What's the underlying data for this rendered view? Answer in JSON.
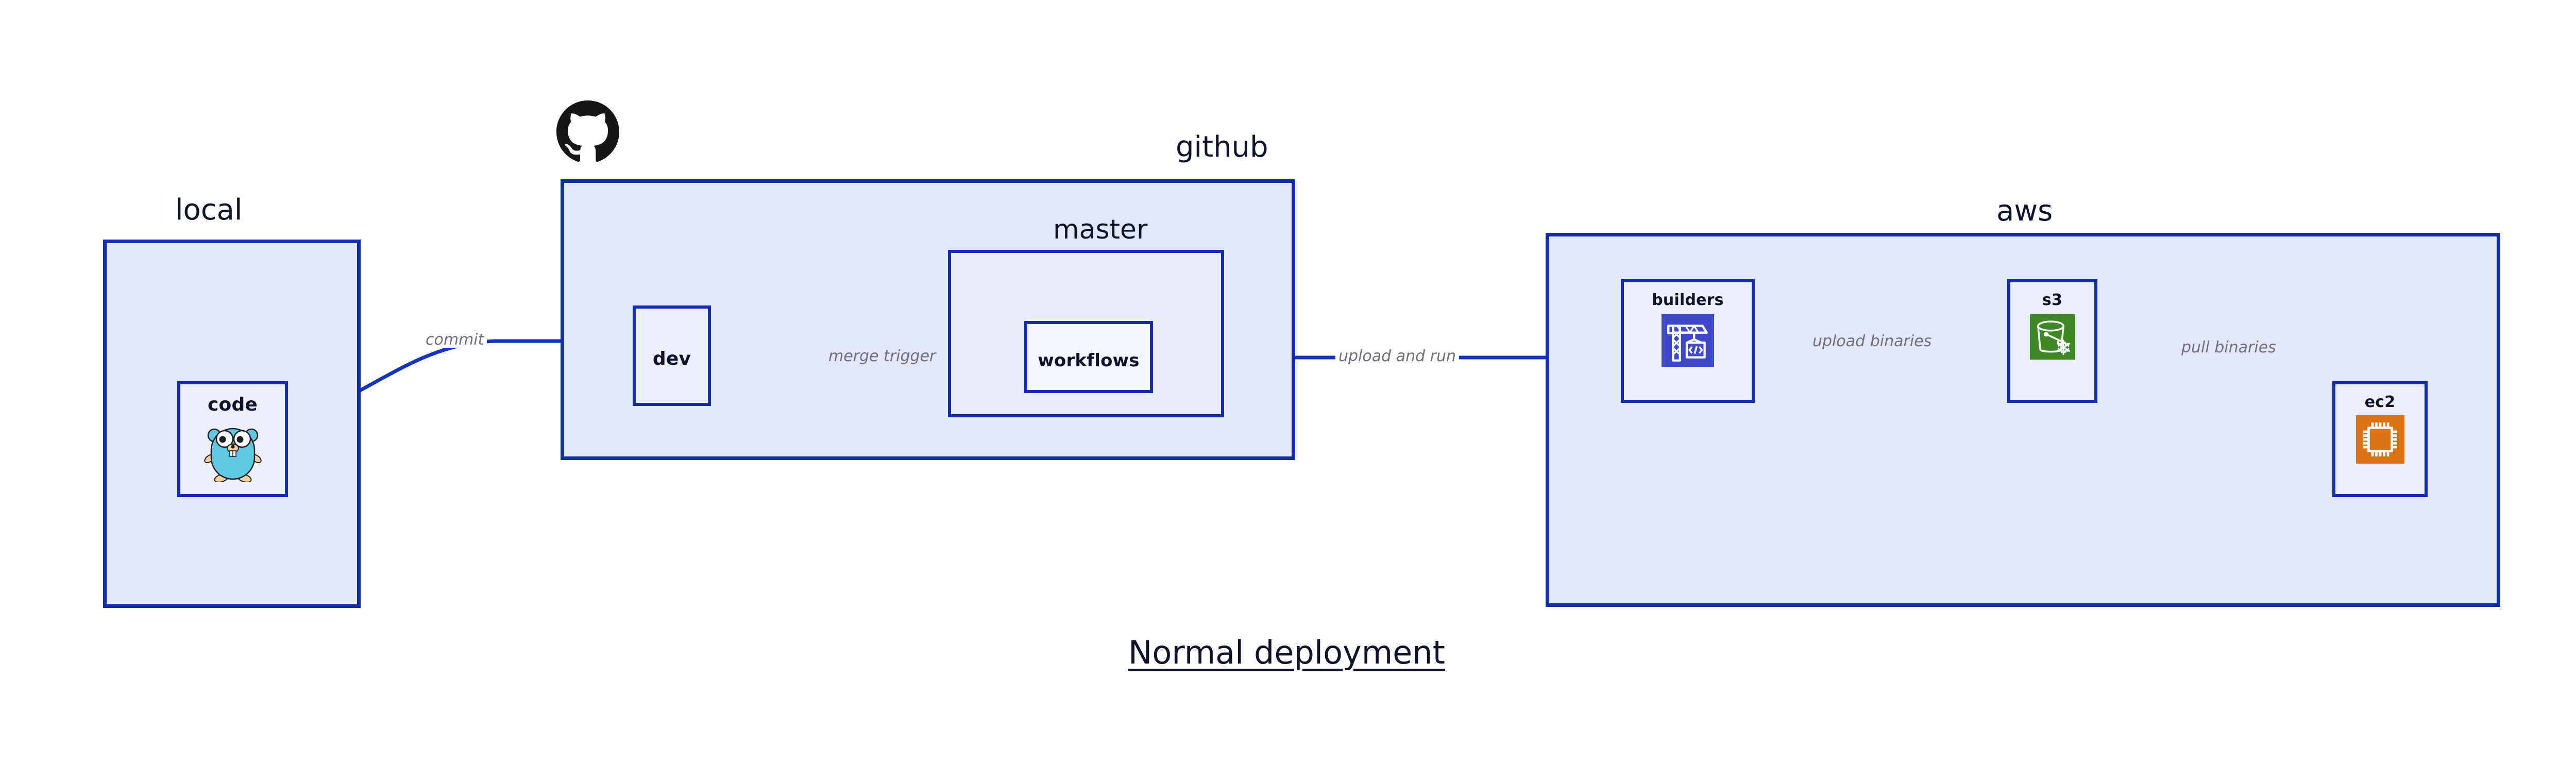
{
  "title": "Normal deployment",
  "colors": {
    "container_fill": "#E2E7FA",
    "group_fill": "#E9EDFB",
    "node_fill": "#EBEFFB",
    "border_blue": "#132BB2",
    "arrow_blue": "#1433BE",
    "edge_label_gray": "#6E7079",
    "text_dark": "#0E1329",
    "go_cyan": "#5DC9E2",
    "codebuild_indigo": "#3F48CC",
    "s3_green": "#3F8624",
    "ec2_orange": "#DD7215",
    "github_black": "#161614"
  },
  "groups": [
    {
      "id": "local",
      "caption": "local"
    },
    {
      "id": "github",
      "caption": "github"
    },
    {
      "id": "master",
      "caption": "master"
    },
    {
      "id": "aws",
      "caption": "aws"
    }
  ],
  "nodes": [
    {
      "id": "code",
      "label": "code",
      "icon": "go-gopher-icon"
    },
    {
      "id": "dev",
      "label": "dev",
      "icon": null
    },
    {
      "id": "workflows",
      "label": "workflows",
      "icon": null
    },
    {
      "id": "builders",
      "label": "builders",
      "icon": "aws-codebuild-icon"
    },
    {
      "id": "s3",
      "label": "s3",
      "icon": "aws-s3-glacier-icon"
    },
    {
      "id": "ec2",
      "label": "ec2",
      "icon": "aws-ec2-icon"
    }
  ],
  "edges": [
    {
      "id": "commit",
      "label": "commit",
      "from": "code",
      "to": "dev"
    },
    {
      "id": "merge-trigger",
      "label": "merge trigger",
      "from": "dev",
      "to": "workflows"
    },
    {
      "id": "upload-and-run",
      "label": "upload and run",
      "from": "workflows",
      "to": "builders"
    },
    {
      "id": "upload-binaries",
      "label": "upload binaries",
      "from": "builders",
      "to": "s3"
    },
    {
      "id": "pull-binaries",
      "label": "pull binaries",
      "from": "s3",
      "to": "ec2"
    }
  ],
  "icons": {
    "github_mark": "github-octocat-icon"
  }
}
